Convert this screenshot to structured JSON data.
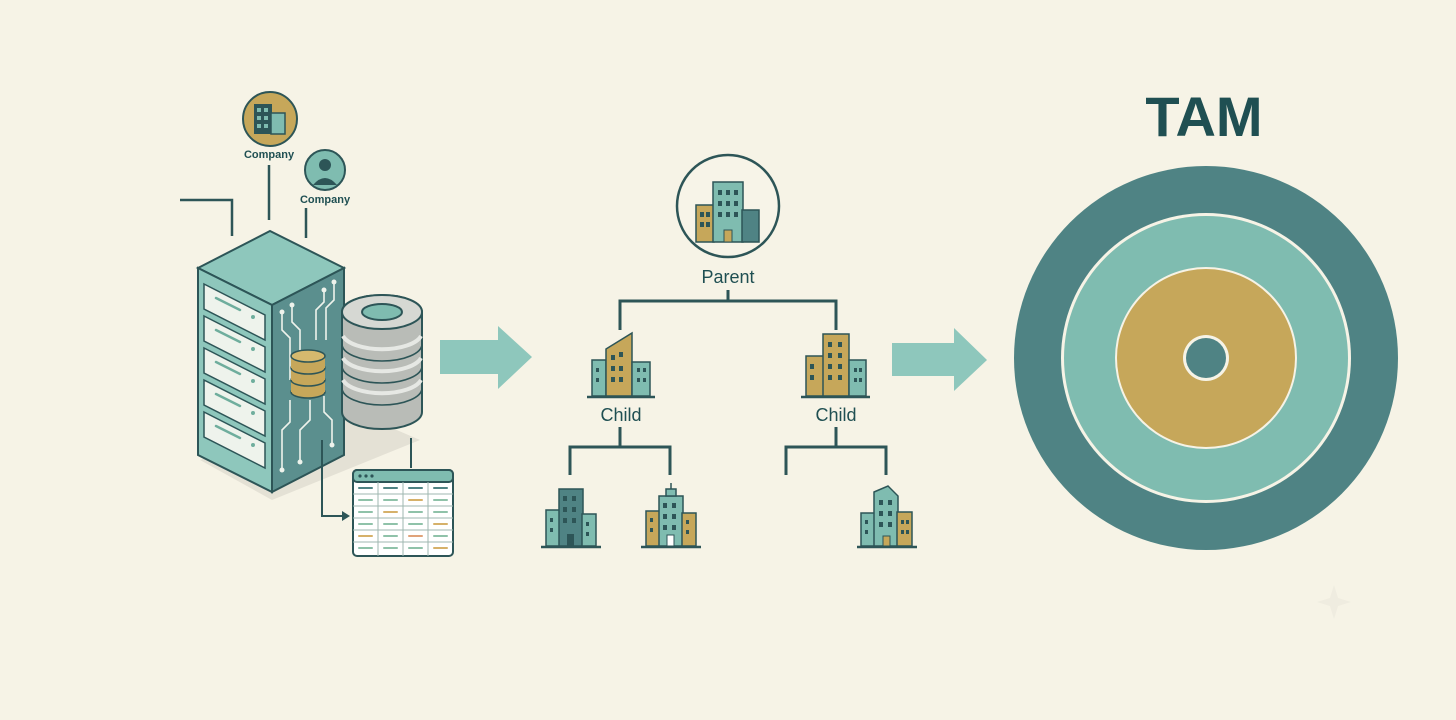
{
  "colors": {
    "background": "#f6f3e6",
    "dark_teal": "#4f8384",
    "light_teal": "#7fbcb0",
    "gold": "#c6a75a",
    "navy": "#1f4f52",
    "gray": "#b9bcb7"
  },
  "sources": {
    "company_labels": [
      "Company",
      "Company"
    ],
    "icons": [
      "company-building-icon",
      "person-avatar-icon",
      "server-rack-icon",
      "database-icon",
      "spreadsheet-icon"
    ]
  },
  "hierarchy": {
    "parent_label": "Parent",
    "child_labels": [
      "Child",
      "Child"
    ]
  },
  "tam": {
    "title": "TAM"
  }
}
